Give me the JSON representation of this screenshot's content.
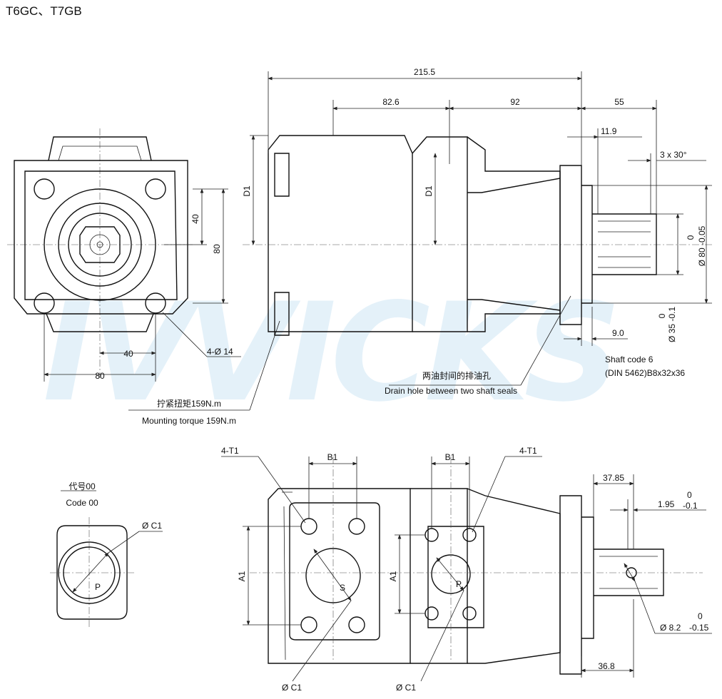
{
  "title": "T6GC、T7GB",
  "watermark": "IVVICKS",
  "front_view": {
    "dim_40_v": "40",
    "dim_80_v": "80",
    "dim_40_h": "40",
    "dim_80_h": "80",
    "holes_label": "4-Ø 14",
    "torque_cn": "拧紧扭矩159N.m",
    "torque_en": "Mounting torque 159N.m"
  },
  "side_view": {
    "dim_total": "215.5",
    "dim_a": "82.6",
    "dim_b": "92",
    "dim_shaft": "55",
    "dim_11_9": "11.9",
    "chamfer": "3 x 30°",
    "d1_left": "D1",
    "d1_right": "D1",
    "pilot_tol_upper": "0",
    "pilot_dia": "Ø 80 -0.05",
    "shaft_tol_upper": "0",
    "shaft_dia": "Ø 35 -0.1",
    "dim_9": "9.0",
    "shaft_code": "Shaft code 6",
    "shaft_spec": "(DIN 5462)B8x32x36",
    "drain_cn": "两油封间的排油孔",
    "drain_en": "Drain hole between two shaft seals"
  },
  "code_view": {
    "code_cn": "代号00",
    "code_en": "Code 00",
    "c1_label": "Ø C1",
    "p_label": "P"
  },
  "bottom_view": {
    "t1_left": "4-T1",
    "t1_right": "4-T1",
    "b1_left": "B1",
    "b1_right": "B1",
    "a1_left": "A1",
    "a1_right": "A1",
    "s_label": "S",
    "p_label": "P",
    "c1_left": "Ø C1",
    "c1_right": "Ø C1",
    "dim_37_85": "37.85",
    "dim_1_95": "1.95",
    "tol_zero": "0",
    "tol_minus": "-0.1",
    "key_tol_upper": "0",
    "key_dia": "Ø 8.2",
    "key_tol_lower": "-0.15",
    "dim_36_8": "36.8"
  }
}
